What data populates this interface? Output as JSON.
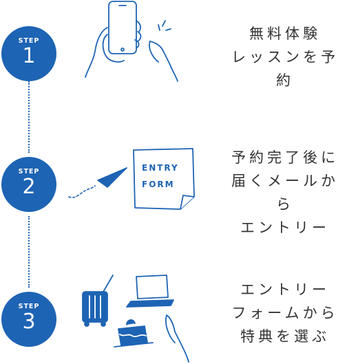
{
  "steps": [
    {
      "label": "STEP",
      "number": "1",
      "text": [
        "無料体験",
        "レッスンを予約"
      ]
    },
    {
      "label": "STEP",
      "number": "2",
      "text": [
        "予約完了後に",
        "届くメールから",
        "エントリー"
      ]
    },
    {
      "label": "STEP",
      "number": "3",
      "text": [
        "エントリー",
        "フォームから",
        "特典を選ぶ"
      ]
    }
  ],
  "entry_form": {
    "line1": "ENTRY",
    "line2": "FORM"
  },
  "colors": {
    "accent": "#1e64b4",
    "text": "#333333"
  }
}
